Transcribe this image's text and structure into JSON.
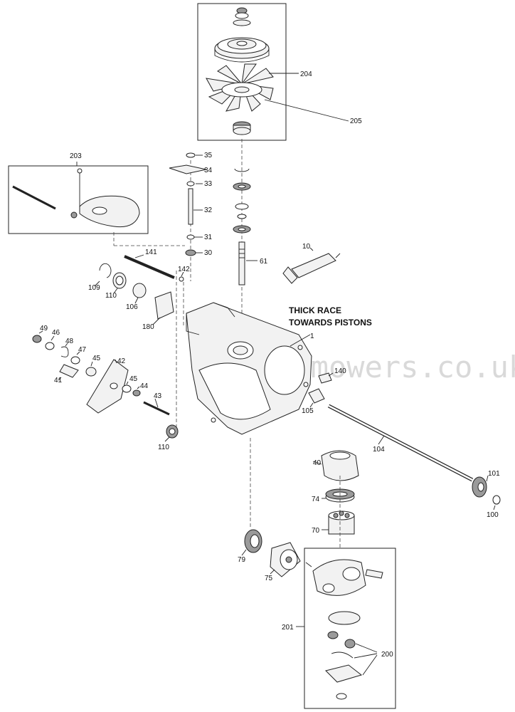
{
  "note": {
    "line1": "THICK RACE",
    "line2": "TOWARDS PISTONS"
  },
  "watermark": "orldofmowers.co.uk",
  "callouts": {
    "c204": "204",
    "c205": "205",
    "c203": "203",
    "c35": "35",
    "c34": "34",
    "c33": "33",
    "c32": "32",
    "c31": "31",
    "c30": "30",
    "c61": "61",
    "c10": "10",
    "c141": "141",
    "c142": "142",
    "c109": "109",
    "c110a": "110",
    "c106": "106",
    "c180": "180",
    "c1": "1",
    "c49": "49",
    "c46": "46",
    "c48": "48",
    "c47": "47",
    "c45a": "45",
    "c42": "42",
    "c41": "41",
    "c45b": "45",
    "c44": "44",
    "c43": "43",
    "c110b": "110",
    "c140": "140",
    "c105": "105",
    "c104": "104",
    "c40": "40",
    "c101": "101",
    "c100": "100",
    "c74": "74",
    "c70": "70",
    "c79": "79",
    "c75": "75",
    "c201": "201",
    "c200": "200"
  }
}
